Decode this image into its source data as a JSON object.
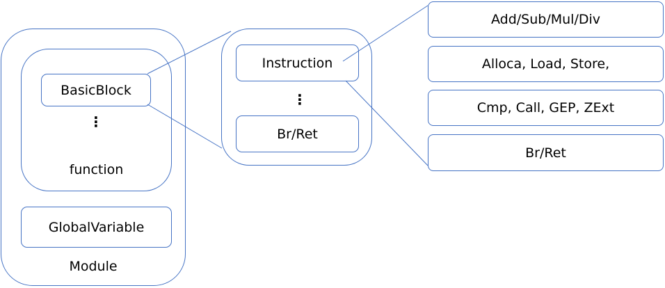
{
  "module": {
    "label": "Module",
    "function_label": "function",
    "basic_block": "BasicBlock",
    "global_variable": "GlobalVariable",
    "ellipsis": "⋮"
  },
  "basic_block_detail": {
    "instruction": "Instruction",
    "ellipsis": "⋮",
    "terminator": "Br/Ret"
  },
  "instruction_kinds": [
    "Add/Sub/Mul/Div",
    "Alloca, Load, Store,",
    "Cmp, Call, GEP, ZExt",
    "Br/Ret"
  ],
  "colors": {
    "stroke": "#4472c4"
  }
}
